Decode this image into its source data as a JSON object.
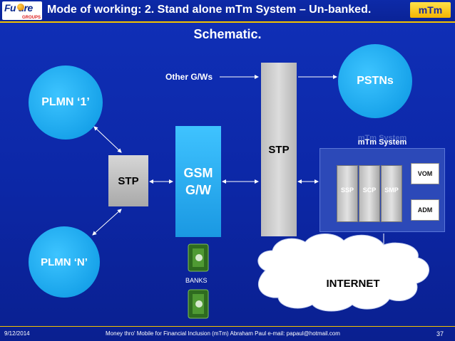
{
  "header": {
    "logo_text": "Fu  ure",
    "logo_sub": "GROUPS",
    "title": "Mode of working: 2. Stand alone mTm System – Un-banked.",
    "brand": "mTm"
  },
  "subtitle": "Schematic.",
  "nodes": {
    "plmn1": "PLMN ‘1’",
    "plmnN": "PLMN ‘N’",
    "pstn": "PSTNs",
    "stp_small": "STP",
    "gsm_line1": "GSM",
    "gsm_line2": "G/W",
    "stp_big": "STP",
    "other_gws": "Other G/Ws"
  },
  "mtm": {
    "title": "mTm System",
    "ghost_title": "mTm System",
    "servers": [
      "SSP",
      "SCP",
      "SMP"
    ],
    "vom": "VOM",
    "adm": "ADM"
  },
  "internet": "INTERNET",
  "banks": "BANKS",
  "footer": {
    "date": "9/12/2014",
    "text": "Money thro'  Mobile for Financial Inclusion (mTm)  Abraham Paul   e-mail: papaul@hotmail.com",
    "page": "37"
  },
  "colors": {
    "background": "#0c27a6",
    "accent_yellow": "#f2c200",
    "node_blue": "#1fa8ef",
    "stp_gray": "#c0c0c0"
  }
}
